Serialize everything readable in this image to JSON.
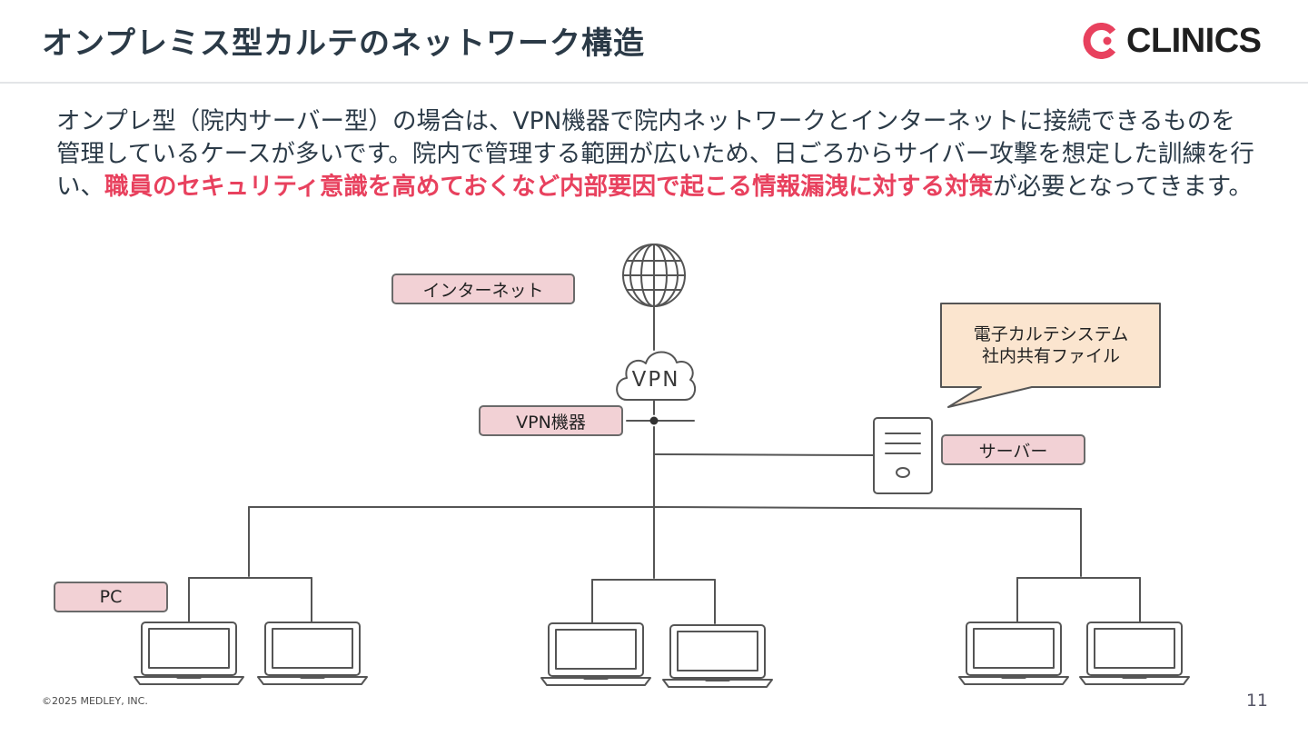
{
  "slide": {
    "title": "オンプレミス型カルテのネットワーク構造",
    "logo_text": "CLINICS",
    "body_before": "オンプレ型（院内サーバー型）の場合は、VPN機器で院内ネットワークとインターネットに接続できるものを管理しているケースが多いです。院内で管理する範囲が広いため、日ごろからサイバー攻撃を想定した訓練を行い、",
    "body_highlight": "職員のセキュリティ意識を高めておくなど内部要因で起こる情報漏洩に対する対策",
    "body_after": "が必要となってきます。",
    "footer": "©2025 MEDLEY, INC.",
    "page_number": "11"
  },
  "diagram": {
    "labels": {
      "internet": "インターネット",
      "vpn_device": "VPN機器",
      "server": "サーバー",
      "pc": "PC"
    },
    "cloud_text": "VPN",
    "callout_lines": [
      "電子カルテシステム",
      "社内共有ファイル"
    ]
  },
  "colors": {
    "accent": "#e8415e",
    "title": "#2b3a47",
    "tag_fill": "#f2d1d5",
    "callout_fill": "#fbe5cf",
    "logo_red": "#e8415e"
  },
  "icons": [
    "globe-icon",
    "cloud-icon",
    "server-icon",
    "laptop-icon",
    "clinics-logo-icon"
  ]
}
